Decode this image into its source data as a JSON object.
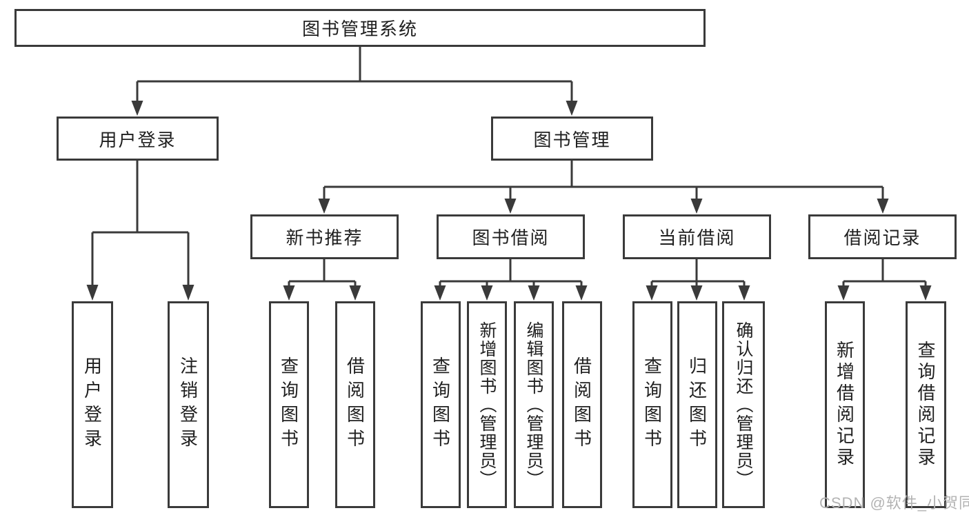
{
  "colors": {
    "line": "#3a3a3a",
    "text": "#1f1f1f",
    "watermark": "#b3b3b3",
    "background": "#ffffff"
  },
  "watermark": "CSDN @软件_小贺同学",
  "tree": {
    "root": {
      "label": "图书管理系统"
    },
    "branches": [
      {
        "label": "用户登录",
        "children": [
          {
            "label": "用户登录"
          },
          {
            "label": "注销登录"
          }
        ]
      },
      {
        "label": "图书管理",
        "children": [
          {
            "label": "新书推荐",
            "children": [
              {
                "label": "查询图书"
              },
              {
                "label": "借阅图书"
              }
            ]
          },
          {
            "label": "图书借阅",
            "children": [
              {
                "label": "查询图书"
              },
              {
                "label": "新增图书（管理员）"
              },
              {
                "label": "编辑图书（管理员）"
              },
              {
                "label": "借阅图书"
              }
            ]
          },
          {
            "label": "当前借阅",
            "children": [
              {
                "label": "查询图书"
              },
              {
                "label": "归还图书"
              },
              {
                "label": "确认归还（管理员）"
              }
            ]
          },
          {
            "label": "借阅记录",
            "children": [
              {
                "label": "新增借阅记录"
              },
              {
                "label": "查询借阅记录"
              }
            ]
          }
        ]
      }
    ]
  }
}
